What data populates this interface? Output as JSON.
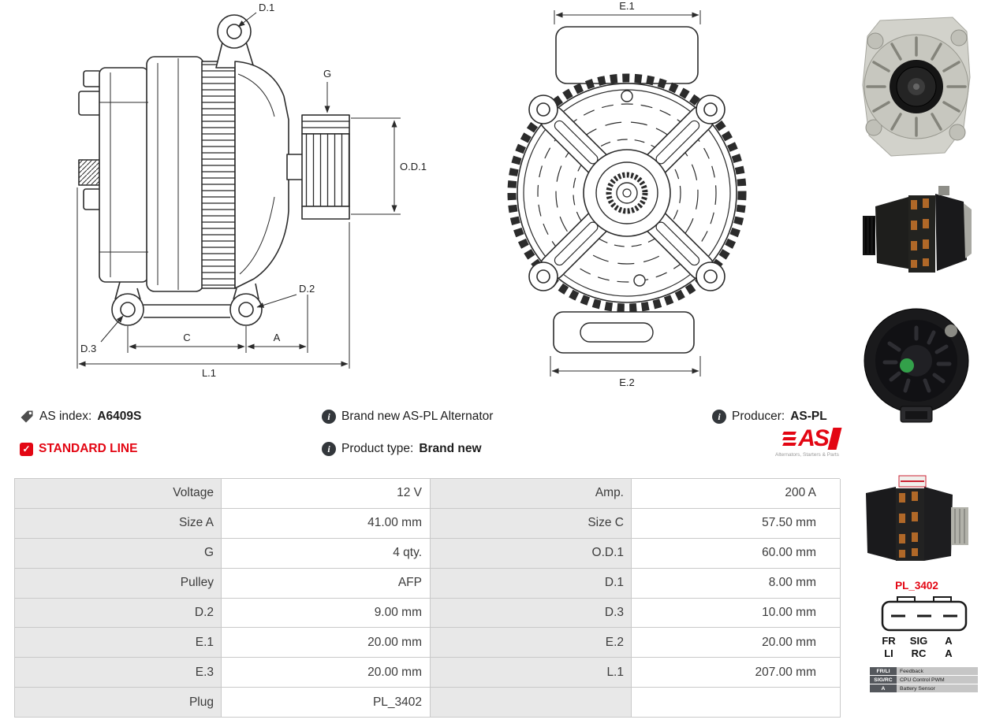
{
  "info": {
    "as_index_label": "AS index:",
    "as_index_value": "A6409S",
    "standard_line_label": "STANDARD LINE",
    "brand_new_text": "Brand new AS-PL Alternator",
    "product_type_label": "Product type:",
    "product_type_value": "Brand new",
    "producer_label": "Producer:",
    "producer_value": "AS-PL",
    "logo": {
      "text": "AS",
      "tagline": "Alternators, Starters & Parts"
    }
  },
  "dimensions": {
    "d1": "D.1",
    "g": "G",
    "od1": "O.D.1",
    "d2": "D.2",
    "d3": "D.3",
    "c": "C",
    "a": "A",
    "l1": "L.1",
    "e1": "E.1",
    "e2": "E.2"
  },
  "spec_table": {
    "rows": [
      {
        "l1": "Voltage",
        "v1": "12 V",
        "l2": "Amp.",
        "v2": "200 A"
      },
      {
        "l1": "Size A",
        "v1": "41.00 mm",
        "l2": "Size C",
        "v2": "57.50 mm"
      },
      {
        "l1": "G",
        "v1": "4 qty.",
        "l2": "O.D.1",
        "v2": "60.00 mm"
      },
      {
        "l1": "Pulley",
        "v1": "AFP",
        "l2": "D.1",
        "v2": "8.00 mm"
      },
      {
        "l1": "D.2",
        "v1": "9.00 mm",
        "l2": "D.3",
        "v2": "10.00 mm"
      },
      {
        "l1": "E.1",
        "v1": "20.00 mm",
        "l2": "E.2",
        "v2": "20.00 mm"
      },
      {
        "l1": "E.3",
        "v1": "20.00 mm",
        "l2": "L.1",
        "v2": "207.00 mm"
      },
      {
        "l1": "Plug",
        "v1": "PL_3402",
        "l2": "",
        "v2": ""
      }
    ]
  },
  "plug": {
    "code": "PL_3402",
    "pin_rows": [
      [
        "FR",
        "SIG",
        "A"
      ],
      [
        "LI",
        "RC",
        "A"
      ]
    ],
    "legend": [
      {
        "key": "FR/LI",
        "desc": "Feedback"
      },
      {
        "key": "SIG/RC",
        "desc": "CPU Control PWM"
      },
      {
        "key": "A",
        "desc": "Battery Sensor"
      }
    ]
  }
}
